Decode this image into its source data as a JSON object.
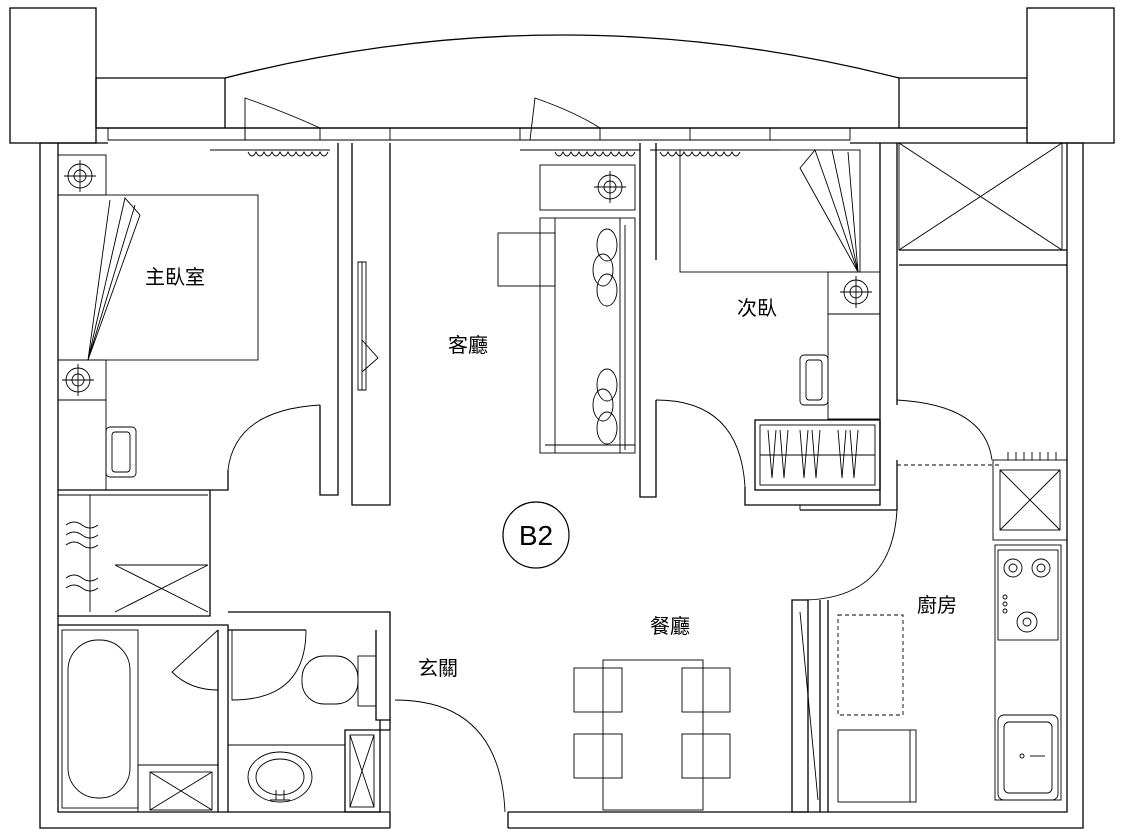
{
  "plan": {
    "unit_label": "B2",
    "rooms": {
      "master_bedroom": "主臥室",
      "living_room": "客廳",
      "second_bedroom": "次臥",
      "kitchen": "廚房",
      "dining_room": "餐廳",
      "entrance": "玄關"
    }
  }
}
